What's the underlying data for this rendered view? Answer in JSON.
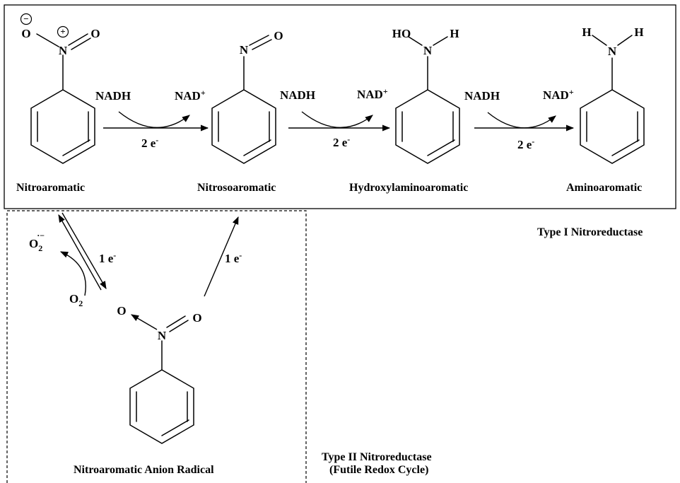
{
  "type_one": {
    "caption": "Type I Nitroreductase",
    "compounds": [
      {
        "name": "Nitroaromatic"
      },
      {
        "name": "Nitrosoaromatic"
      },
      {
        "name": "Hydroxylaminoaromatic"
      },
      {
        "name": "Aminoaromatic"
      }
    ],
    "steps": [
      {
        "reductant": "NADH",
        "product_base": "NAD",
        "product_sup": "+",
        "electrons": "2 e",
        "electron_sup": "-"
      },
      {
        "reductant": "NADH",
        "product_base": "NAD",
        "product_sup": "+",
        "electrons": "2 e",
        "electron_sup": "-"
      },
      {
        "reductant": "NADH",
        "product_base": "NAD",
        "product_sup": "+",
        "electrons": "2 e",
        "electron_sup": "-"
      }
    ]
  },
  "type_two": {
    "caption_line1": "Type II Nitroreductase",
    "caption_line2": "(Futile Redox Cycle)",
    "radical_name": "Nitroaromatic Anion Radical",
    "electron_left": "1 e",
    "electron_right": "1 e",
    "electron_sup": "-",
    "oxygen": "O",
    "oxygen_sub": "2",
    "superoxide_sup": "·−"
  },
  "atoms": {
    "oxygen": "O",
    "nitrogen": "N",
    "hydrogen": "H",
    "hydroxyl": "HO",
    "minus": "−",
    "plus": "+"
  }
}
